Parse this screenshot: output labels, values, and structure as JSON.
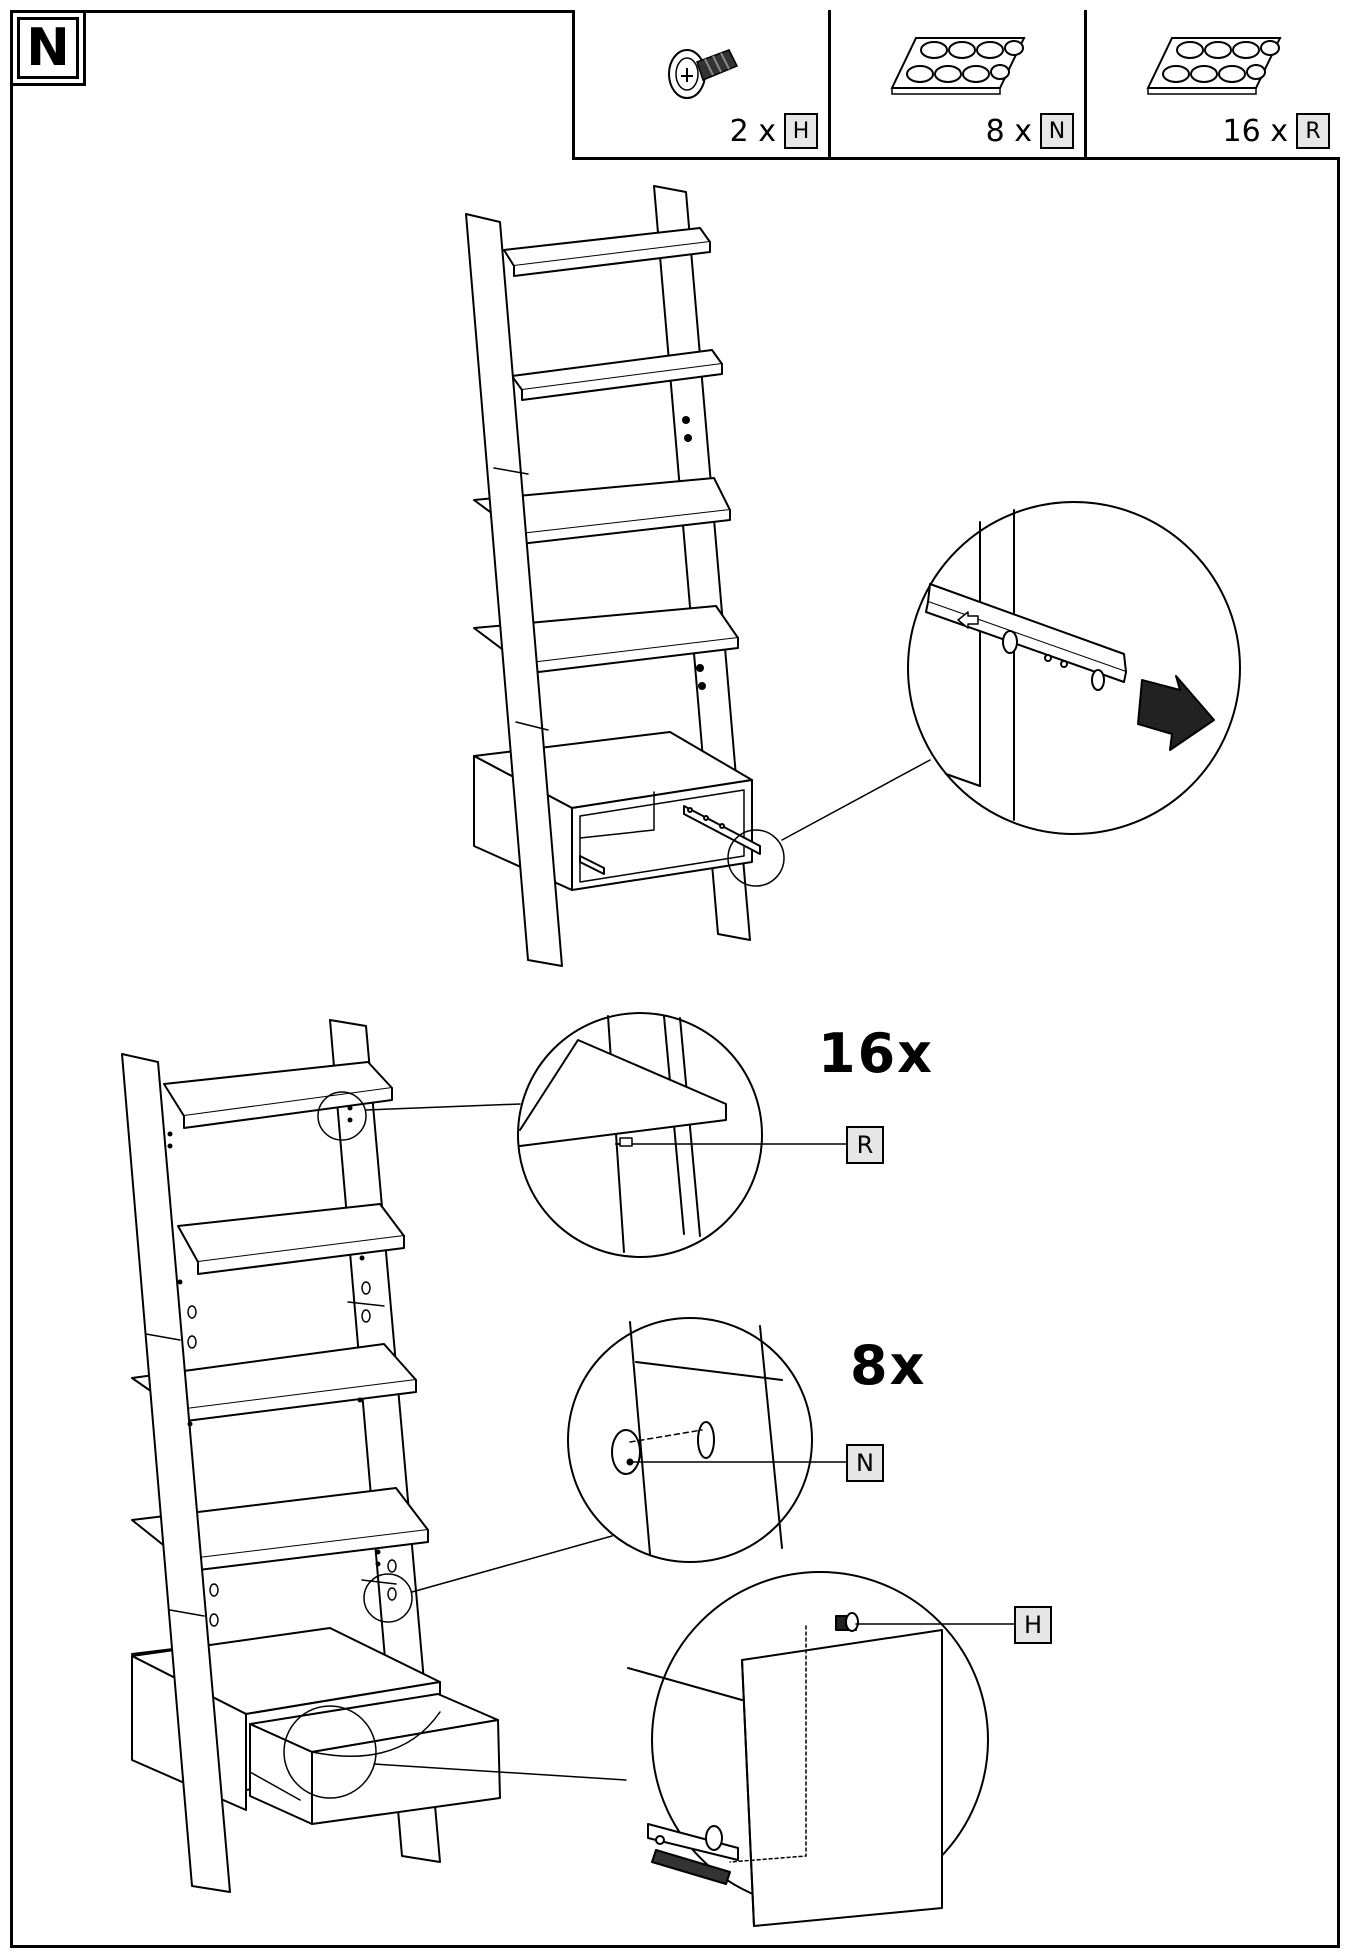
{
  "step": {
    "letter": "N"
  },
  "parts": [
    {
      "icon": "bolt-icon",
      "quantity": "2 x",
      "letter": "H"
    },
    {
      "icon": "cap-sheet-icon",
      "quantity": "8 x",
      "letter": "N"
    },
    {
      "icon": "cap-sheet-icon",
      "quantity": "16 x",
      "letter": "R"
    }
  ],
  "counts": {
    "caps_r": "16x",
    "caps_n": "8x"
  },
  "callouts": {
    "r": "R",
    "n": "N",
    "h": "H"
  },
  "colors": {
    "line": "#000000",
    "label_fill": "#e6e6e6",
    "arrow": "#222222"
  }
}
